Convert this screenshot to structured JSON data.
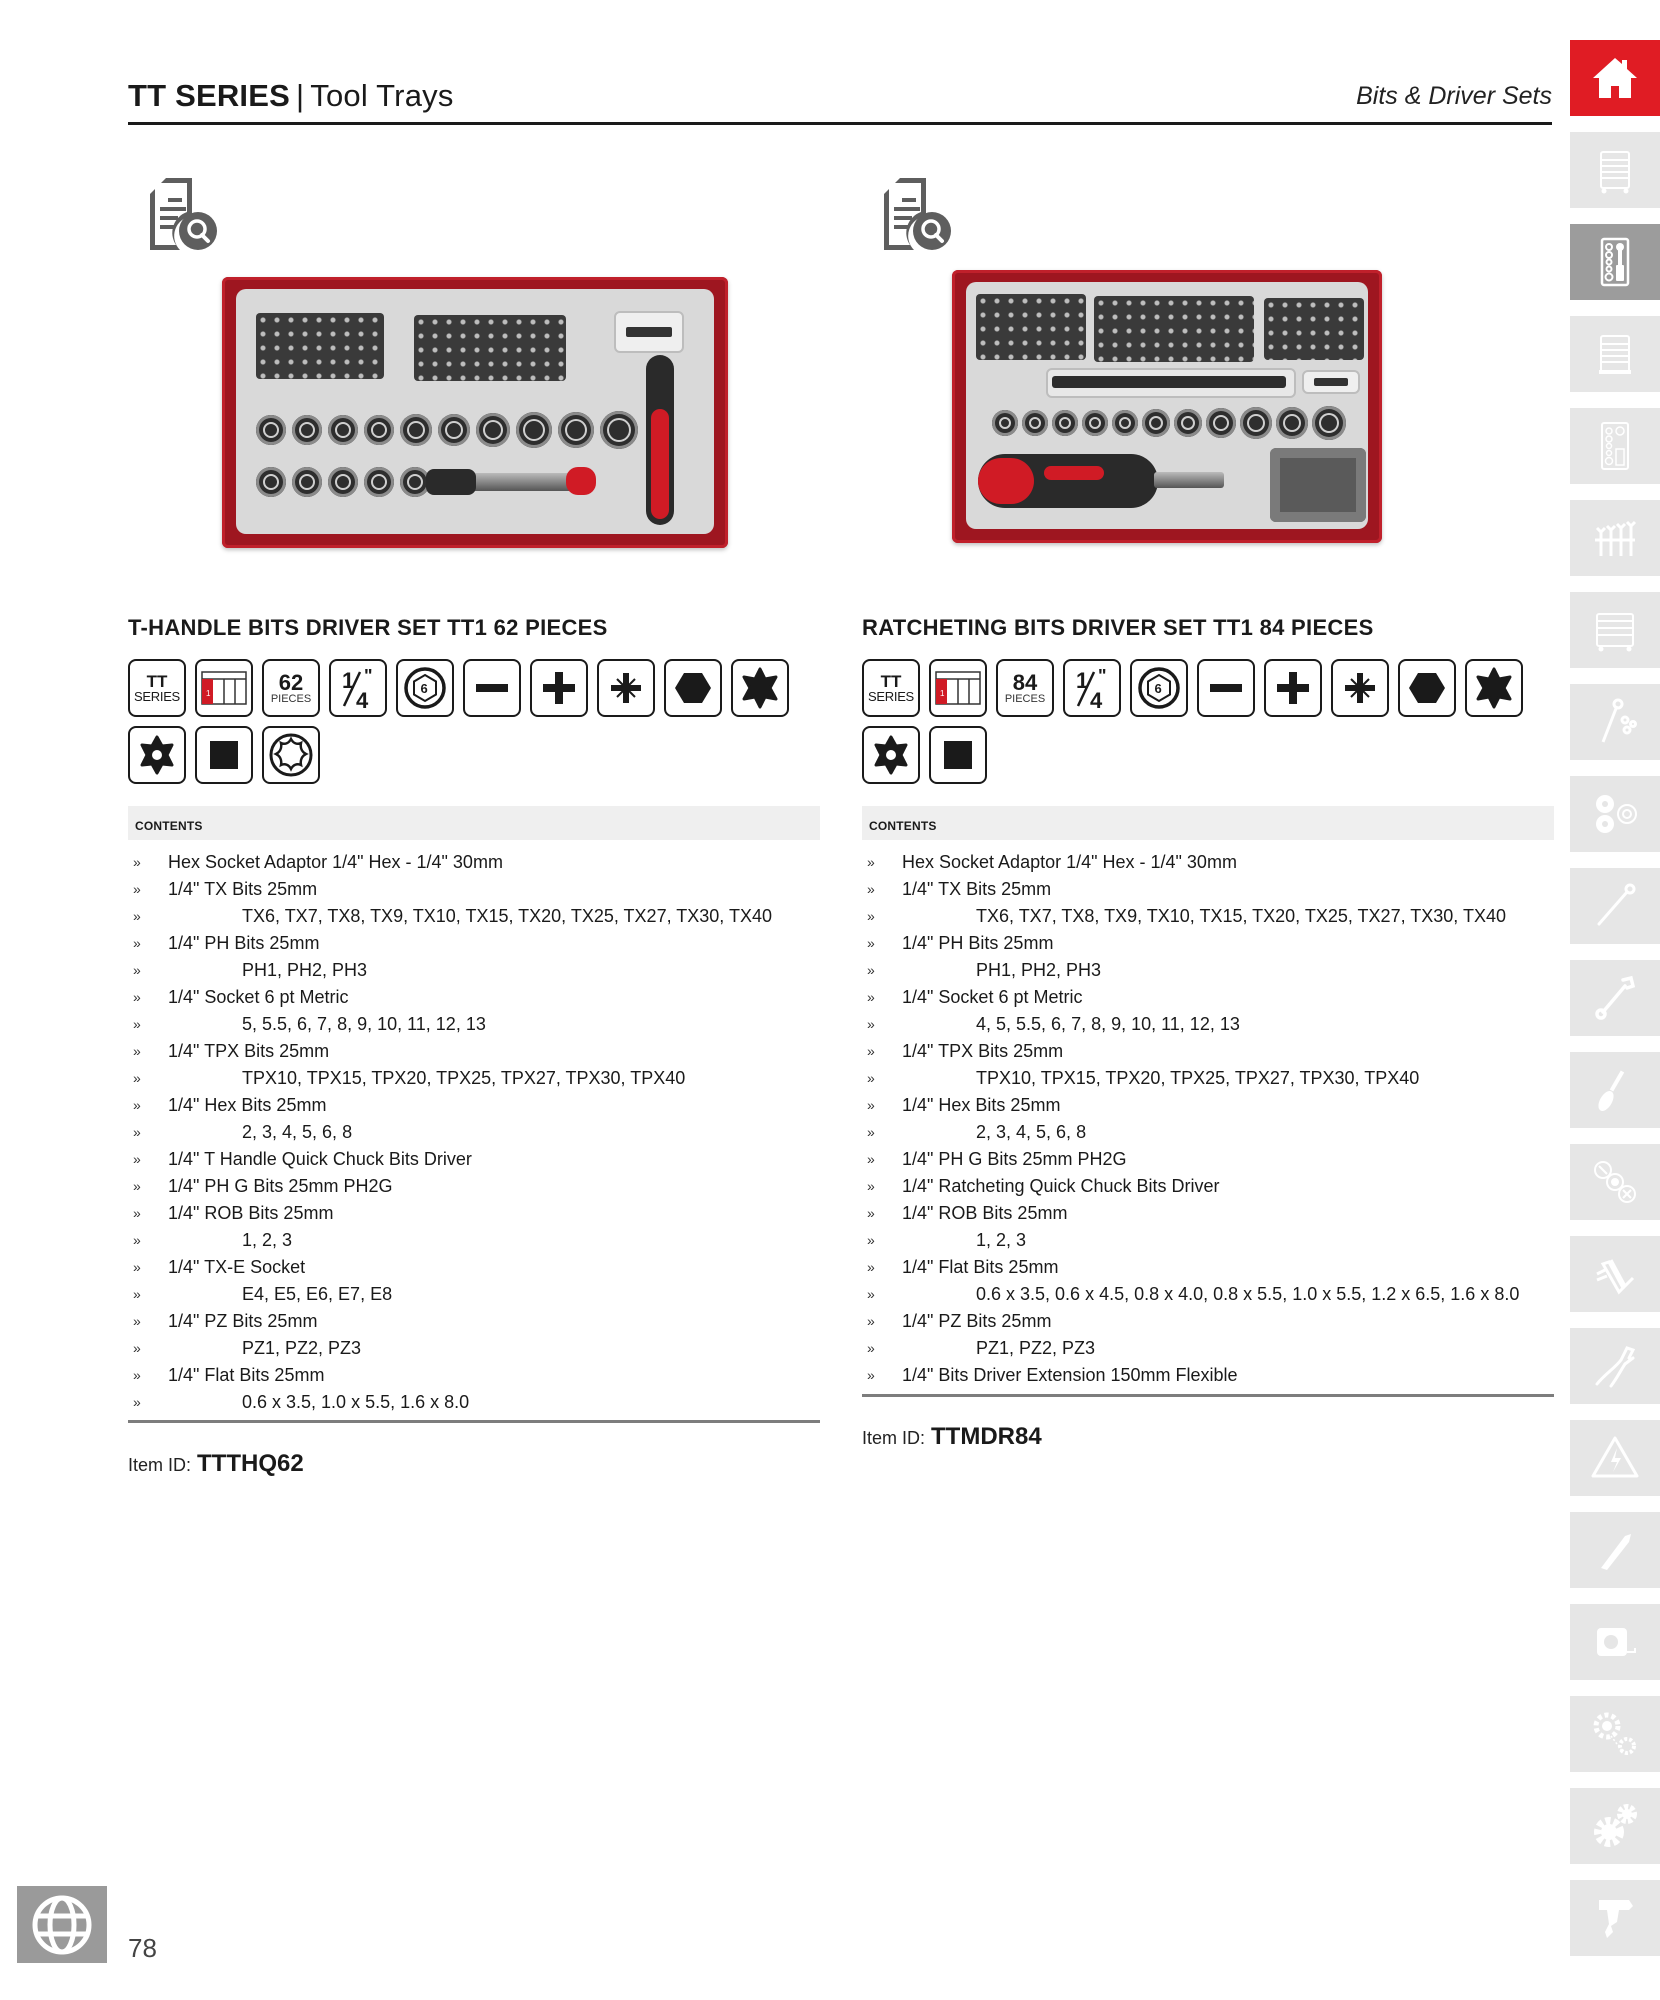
{
  "header": {
    "series": "TT SERIES",
    "separator": "|",
    "subtitle": "Tool Trays",
    "section": "Bits & Driver Sets"
  },
  "products": [
    {
      "title": "T-HANDLE BITS DRIVER SET TT1 62 PIECES",
      "badges": {
        "series_top": "TT",
        "series_bottom": "SERIES",
        "tray_number": "1",
        "pieces_count": "62",
        "pieces_label": "PIECES",
        "drive_num": "1",
        "drive_den": "4",
        "socket_points": "6",
        "icons": [
          "tt-series-icon",
          "tray-size-icon",
          "pieces-icon",
          "quarter-inch-drive-icon",
          "hex-socket-6pt-icon",
          "flat-slot-icon",
          "phillips-icon",
          "pozidriv-icon",
          "hex-bit-icon",
          "torx-icon",
          "tamperproof-torx-icon",
          "square-robertson-icon",
          "torx-e-socket-icon"
        ]
      },
      "contents_label": "CONTENTS",
      "contents": [
        {
          "text": "Hex Socket Adaptor 1/4\" Hex - 1/4\" 30mm",
          "sub": false
        },
        {
          "text": "1/4\" TX Bits 25mm",
          "sub": false
        },
        {
          "text": "TX6, TX7, TX8, TX9, TX10, TX15, TX20, TX25, TX27, TX30, TX40",
          "sub": true
        },
        {
          "text": "1/4\" PH Bits 25mm",
          "sub": false
        },
        {
          "text": "PH1, PH2, PH3",
          "sub": true
        },
        {
          "text": "1/4\" Socket 6 pt Metric",
          "sub": false
        },
        {
          "text": "5, 5.5, 6, 7, 8, 9, 10, 11, 12, 13",
          "sub": true
        },
        {
          "text": "1/4\" TPX Bits 25mm",
          "sub": false
        },
        {
          "text": "TPX10, TPX15, TPX20, TPX25, TPX27, TPX30, TPX40",
          "sub": true
        },
        {
          "text": "1/4\" Hex Bits 25mm",
          "sub": false
        },
        {
          "text": "2, 3, 4, 5, 6, 8",
          "sub": true
        },
        {
          "text": "1/4\" T Handle Quick Chuck Bits Driver",
          "sub": false
        },
        {
          "text": "1/4\" PH G Bits 25mm PH2G",
          "sub": false
        },
        {
          "text": "1/4\" ROB Bits 25mm",
          "sub": false
        },
        {
          "text": "1, 2, 3",
          "sub": true
        },
        {
          "text": "1/4\" TX-E Socket",
          "sub": false
        },
        {
          "text": "E4, E5, E6, E7, E8",
          "sub": true
        },
        {
          "text": "1/4\" PZ Bits 25mm",
          "sub": false
        },
        {
          "text": "PZ1, PZ2, PZ3",
          "sub": true
        },
        {
          "text": "1/4\" Flat Bits 25mm",
          "sub": false
        },
        {
          "text": "0.6 x 3.5, 1.0 x 5.5, 1.6 x 8.0",
          "sub": true
        }
      ],
      "item_id_label": "Item ID:",
      "item_id": "TTTHQ62"
    },
    {
      "title": "RATCHETING BITS DRIVER SET TT1 84 PIECES",
      "badges": {
        "series_top": "TT",
        "series_bottom": "SERIES",
        "tray_number": "1",
        "pieces_count": "84",
        "pieces_label": "PIECES",
        "drive_num": "1",
        "drive_den": "4",
        "socket_points": "6",
        "icons": [
          "tt-series-icon",
          "tray-size-icon",
          "pieces-icon",
          "quarter-inch-drive-icon",
          "hex-socket-6pt-icon",
          "flat-slot-icon",
          "phillips-icon",
          "pozidriv-icon",
          "hex-bit-icon",
          "torx-icon",
          "tamperproof-torx-icon",
          "square-robertson-icon"
        ]
      },
      "contents_label": "CONTENTS",
      "contents": [
        {
          "text": "Hex Socket Adaptor 1/4\" Hex - 1/4\" 30mm",
          "sub": false
        },
        {
          "text": "1/4\" TX Bits 25mm",
          "sub": false
        },
        {
          "text": "TX6, TX7, TX8, TX9, TX10, TX15, TX20, TX25, TX27, TX30, TX40",
          "sub": true
        },
        {
          "text": "1/4\" PH Bits 25mm",
          "sub": false
        },
        {
          "text": "PH1, PH2, PH3",
          "sub": true
        },
        {
          "text": "1/4\" Socket 6 pt Metric",
          "sub": false
        },
        {
          "text": "4, 5, 5.5, 6, 7, 8, 9, 10, 11, 12, 13",
          "sub": true
        },
        {
          "text": "1/4\" TPX Bits 25mm",
          "sub": false
        },
        {
          "text": "TPX10, TPX15, TPX20, TPX25, TPX27, TPX30, TPX40",
          "sub": true
        },
        {
          "text": "1/4\" Hex Bits 25mm",
          "sub": false
        },
        {
          "text": "2, 3, 4, 5, 6, 8",
          "sub": true
        },
        {
          "text": "1/4\" PH G Bits 25mm PH2G",
          "sub": false
        },
        {
          "text": "1/4\" Ratcheting Quick Chuck Bits Driver",
          "sub": false
        },
        {
          "text": "1/4\" ROB Bits 25mm",
          "sub": false
        },
        {
          "text": "1, 2, 3",
          "sub": true
        },
        {
          "text": "1/4\" Flat Bits 25mm",
          "sub": false
        },
        {
          "text": "0.6 x 3.5, 0.6 x 4.5, 0.8 x 4.0, 0.8 x 5.5, 1.0 x 5.5, 1.2 x 6.5, 1.6 x 8.0",
          "sub": true
        },
        {
          "text": "1/4\" PZ Bits 25mm",
          "sub": false
        },
        {
          "text": "PZ1, PZ2, PZ3",
          "sub": true
        },
        {
          "text": "1/4\" Bits Driver Extension 150mm Flexible",
          "sub": false
        }
      ],
      "item_id_label": "Item ID:",
      "item_id": "TTMDR84"
    }
  ],
  "list_bullet": "»",
  "sidebar": {
    "items": [
      {
        "icon": "home-icon",
        "state": "home"
      },
      {
        "icon": "tool-chest-icon",
        "state": "inactive"
      },
      {
        "icon": "socket-driver-tray-icon",
        "state": "active"
      },
      {
        "icon": "roller-cabinet-icon",
        "state": "inactive"
      },
      {
        "icon": "socket-driver-tray-outline-icon",
        "state": "inactive"
      },
      {
        "icon": "wrench-set-icon",
        "state": "inactive"
      },
      {
        "icon": "workstation-icon",
        "state": "inactive"
      },
      {
        "icon": "ratchet-socket-icon",
        "state": "inactive"
      },
      {
        "icon": "sockets-icon",
        "state": "inactive"
      },
      {
        "icon": "torque-wrench-icon",
        "state": "inactive"
      },
      {
        "icon": "spanner-icon",
        "state": "inactive"
      },
      {
        "icon": "screwdriver-icon",
        "state": "inactive"
      },
      {
        "icon": "bits-icon",
        "state": "inactive"
      },
      {
        "icon": "hex-key-icon",
        "state": "inactive"
      },
      {
        "icon": "pliers-icon",
        "state": "inactive"
      },
      {
        "icon": "electrical-hazard-icon",
        "state": "inactive"
      },
      {
        "icon": "knife-icon",
        "state": "inactive"
      },
      {
        "icon": "tape-measure-icon",
        "state": "inactive"
      },
      {
        "icon": "chain-gear-icon",
        "state": "inactive"
      },
      {
        "icon": "gears-icon",
        "state": "inactive"
      },
      {
        "icon": "power-tool-icon",
        "state": "inactive"
      }
    ]
  },
  "footer": {
    "globe_icon": "globe-icon",
    "page_number": "78"
  },
  "colors": {
    "brand_red": "#e01c24",
    "sidebar_inactive": "#e6e6e6",
    "sidebar_active": "#9c9c9c",
    "globe_bg": "#9a9a9a",
    "contents_bar": "#efefef"
  }
}
